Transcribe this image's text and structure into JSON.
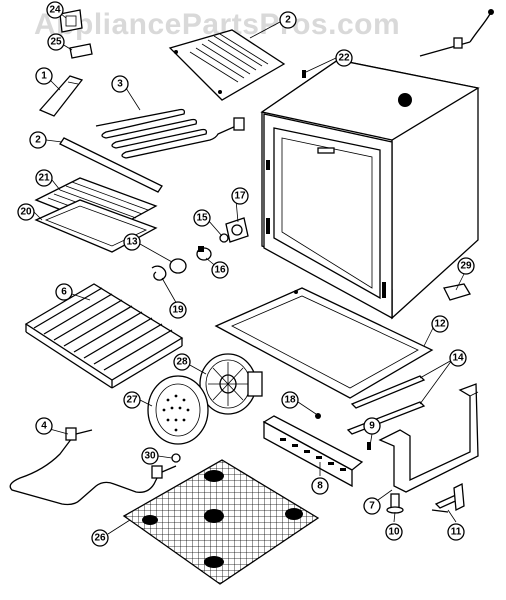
{
  "watermark": "AppliancePartsPros.com",
  "callouts": {
    "c1": "1",
    "c2a": "2",
    "c2b": "2",
    "c3": "3",
    "c4": "4",
    "c6": "6",
    "c7": "7",
    "c8": "8",
    "c9": "9",
    "c10": "10",
    "c11": "11",
    "c12": "12",
    "c13": "13",
    "c14": "14",
    "c15": "15",
    "c16": "16",
    "c17": "17",
    "c18": "18",
    "c19": "19",
    "c20": "20",
    "c21": "21",
    "c22": "22",
    "c24": "24",
    "c25": "25",
    "c26": "26",
    "c27": "27",
    "c28": "28",
    "c29": "29",
    "c30": "30"
  }
}
